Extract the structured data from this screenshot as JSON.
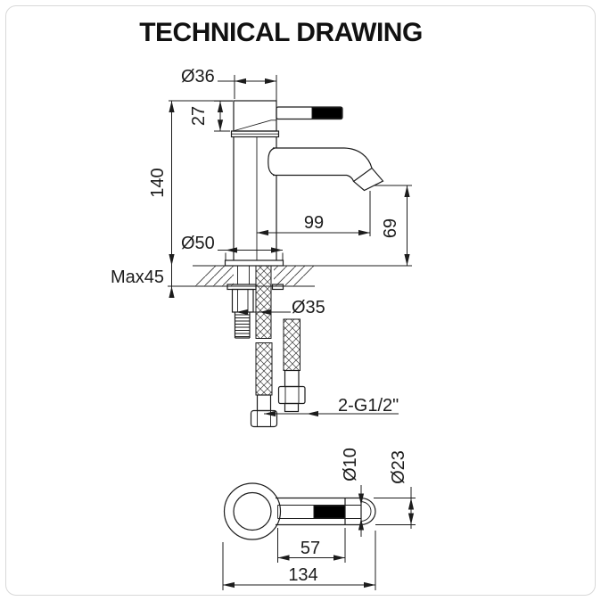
{
  "title": "TECHNICAL DRAWING",
  "side_view": {
    "label": "faucet side elevation",
    "dims": {
      "top_diameter": "Ø36",
      "handle_section_height": "27",
      "total_height": "140",
      "max_counter_thickness": "Max45",
      "base_diameter": "Ø50",
      "spout_reach": "99",
      "spout_outlet_height": "69",
      "mounting_hole_diameter": "Ø35",
      "hose_connection": "2-G1/2\""
    }
  },
  "top_view": {
    "label": "faucet plan view",
    "dims": {
      "handle_rod_diameter": "Ø10",
      "handle_end_diameter": "Ø23",
      "handle_grip_length": "57",
      "overall_length": "134"
    }
  },
  "colors": {
    "line": "#1c1c1c",
    "grip_fill": "#000000",
    "frame_border": "#d8d8d8",
    "background": "#ffffff"
  }
}
